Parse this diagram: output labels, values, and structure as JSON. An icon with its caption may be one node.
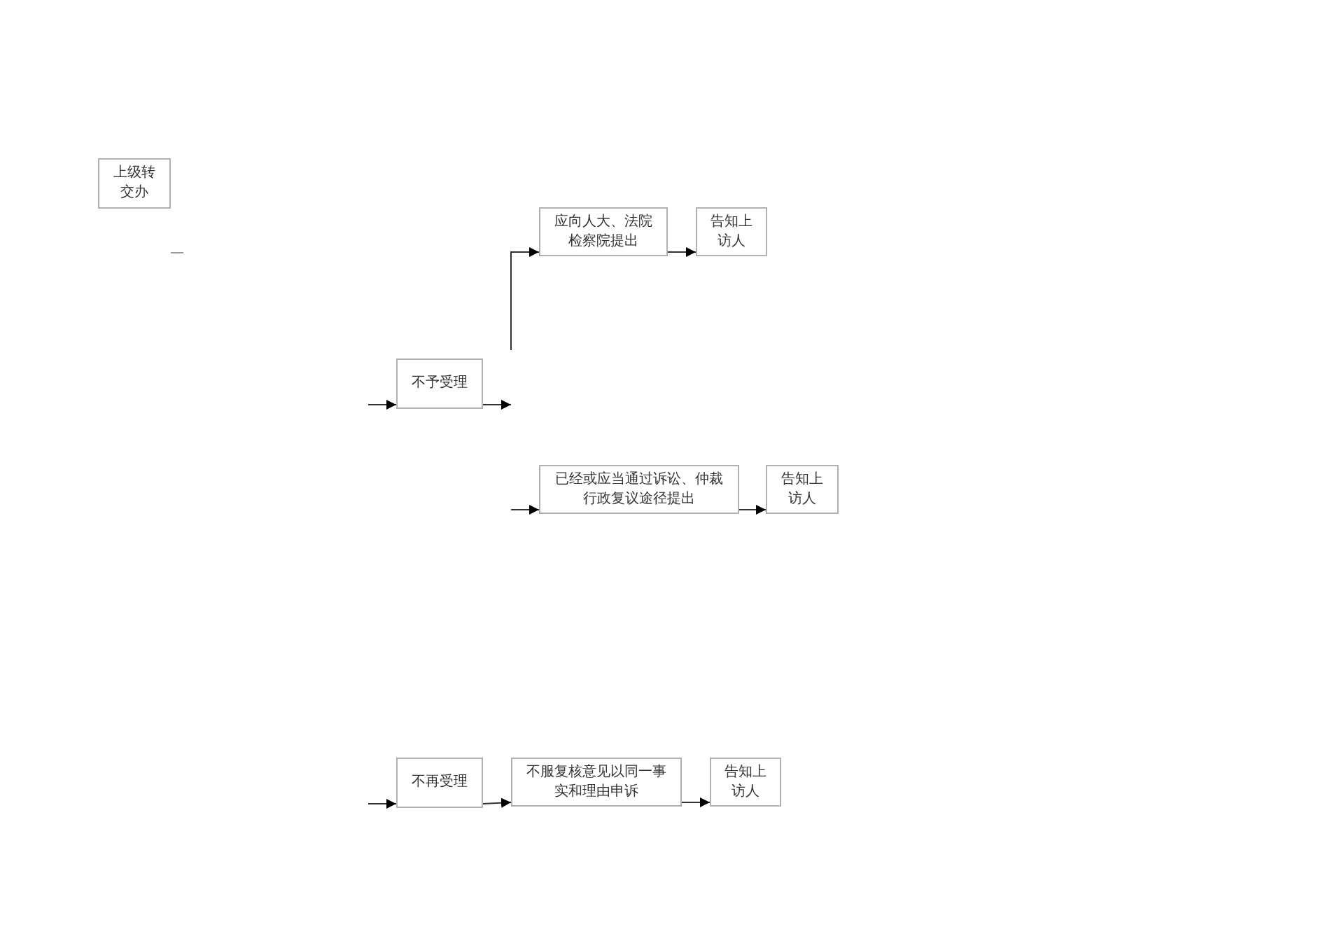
{
  "diagram": {
    "nodes": [
      {
        "text": [
          "上级转交办"
        ]
      },
      {
        "text": [
          "不予受理"
        ]
      },
      {
        "text": [
          "应向人大、法院检察院提出"
        ]
      },
      {
        "text": [
          "告知上访人"
        ]
      },
      {
        "text": [
          "已经或应当通过诉讼、仲裁行政复议途径提出"
        ]
      },
      {
        "text": [
          "告知上访人"
        ]
      },
      {
        "text": [
          "不再受理"
        ]
      },
      {
        "text": [
          "不服复核意见以同一事实和理由申诉"
        ]
      },
      {
        "text": [
          "告知上访人"
        ]
      }
    ],
    "edges": [
      {
        "from": null,
        "to": 1,
        "arrow": "to"
      },
      {
        "from": 1,
        "to": null,
        "arrow": "to"
      },
      {
        "from": null,
        "to": 2,
        "arrow": "to"
      },
      {
        "from": 2,
        "to": 3,
        "arrow": "to"
      },
      {
        "from": null,
        "to": 4,
        "arrow": "to"
      },
      {
        "from": 4,
        "to": 5,
        "arrow": "to"
      },
      {
        "from": null,
        "to": 6,
        "arrow": "to"
      },
      {
        "from": 6,
        "to": 7,
        "arrow": "to"
      },
      {
        "from": 7,
        "to": 8,
        "arrow": "to"
      }
    ]
  }
}
